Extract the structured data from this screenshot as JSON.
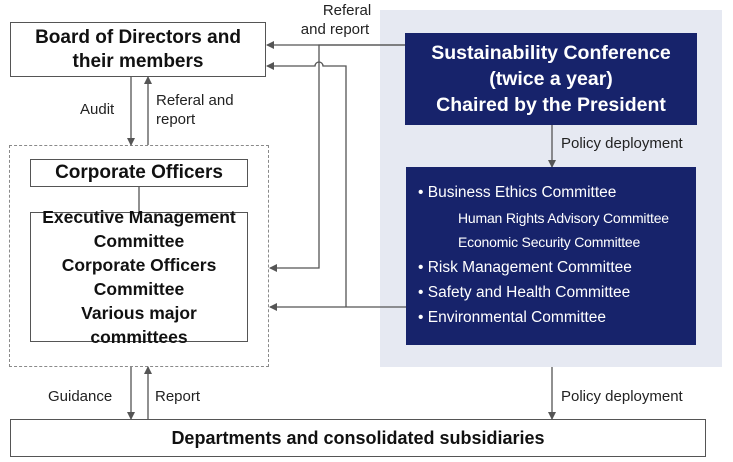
{
  "board": {
    "line1": "Board of Directors and",
    "line2": "their members"
  },
  "officers": {
    "title": "Corporate Officers",
    "lines": [
      "Executive Management",
      "Committee",
      "Corporate Officers",
      "Committee",
      "Various major committees"
    ]
  },
  "conference": {
    "lines": [
      "Sustainability Conference",
      "(twice a year)",
      "Chaired by the President"
    ]
  },
  "committees": {
    "items": [
      "Business Ethics Committee",
      "Risk Management Committee",
      "Safety and Health Committee",
      "Environmental Committee"
    ],
    "subitems": [
      "Human Rights Advisory Committee",
      "Economic Security Committee"
    ]
  },
  "departments": {
    "label": "Departments and consolidated subsidiaries"
  },
  "labels": {
    "referal_top_1": "Referal",
    "referal_top_2": "and report",
    "audit": "Audit",
    "referal_mid_1": "Referal and",
    "referal_mid_2": "report",
    "policy_1": "Policy deployment",
    "policy_2": "Policy deployment",
    "guidance": "Guidance",
    "report": "Report"
  },
  "colors": {
    "navy": "#17236b",
    "panel": "#e6e9f2",
    "line": "#555555"
  }
}
